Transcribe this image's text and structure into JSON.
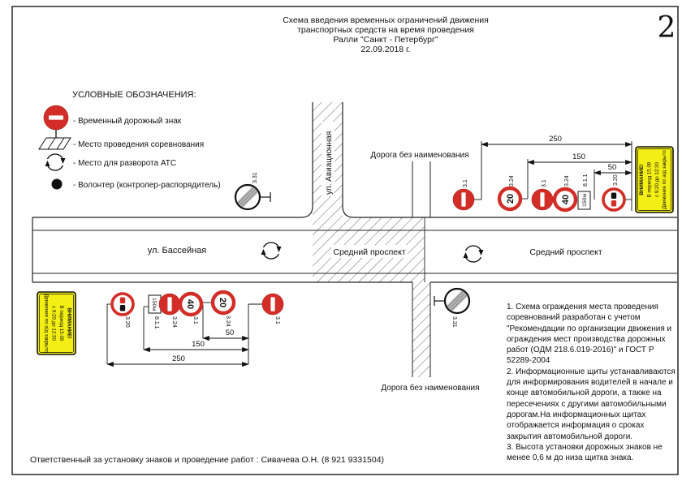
{
  "page": {
    "number": "2",
    "title_line1": "Схема введения временных ограничений движения",
    "title_line2": "транспортных средств на время проведения",
    "title_line3": "Ралли \"Санкт - Петербург\"",
    "title_line4": "22.09.2018 г.",
    "footer": "Ответственный за установку знаков и проведение работ : Сивачева О.Н. (8 921 9331504)"
  },
  "legend": {
    "heading": "УСЛОВНЫЕ ОБОЗНАЧЕНИЯ:",
    "item1": "- Временный дорожный знак",
    "item2": "- Место проведения соревнования",
    "item3": "- Место для разворота АТС",
    "item4": "- Волонтер (контролер-распорядитель)"
  },
  "roads": {
    "basseynaya": "ул. Бассейная",
    "aviatsionnaya": "ул. Авиационная",
    "sredniy_west": "Средний проспект",
    "sredniy_east": "Средний проспект",
    "unnamed_top": "Дорога без наименования",
    "unnamed_bottom": "Дорога без наименования"
  },
  "dims": {
    "top_250": "250",
    "top_150": "150",
    "top_50": "50",
    "bottom_50": "50",
    "bottom_150": "150",
    "bottom_250": "250"
  },
  "signs": {
    "top": {
      "s1": "3.1",
      "s2_code": "3.24",
      "s2_val": "20",
      "s3": "3.1",
      "s4_code": "3.24",
      "s4_val": "40",
      "s5_code": "8.1.1",
      "s5_val": "150м",
      "s6": "3.20"
    },
    "bottom": {
      "s1": "3.20",
      "s2_code": "8.1.1",
      "s2_val": "150м",
      "s3": "3.24",
      "s4_code": "3.1",
      "s4_val": "40",
      "s5_code": "3.24",
      "s5_val": "20",
      "s6": "3.1"
    },
    "end_restrictions_left": "3.31",
    "end_restrictions_right": "3.31"
  },
  "warning_board": {
    "line1": "ВНИМАНИЕ!",
    "line2": "В период 15.09",
    "line3": "с 9:20 до 12:30",
    "line4": "Движение по а/д закрыто"
  },
  "notes": {
    "n1": "1. Схема ограждения места проведения соревнований разработан с учетом \"Рекомендации по организации движения и ограждения мест производства дорожных работ (ОДМ 218.6.019-2016)\" и ГОСТ Р 52289-2004",
    "n2": "2. Информационные щиты устанавливаются для информирования водителей в начале и конце автомобильной дороги, а также на пересечениях с другими автомобильными дорогам.На информационных щитах отображается информация о сроках закрытия автомобильной дороги.",
    "n3": "3. Высота установки дорожных знаков не менее 0,6 м до низа щитка знака."
  }
}
